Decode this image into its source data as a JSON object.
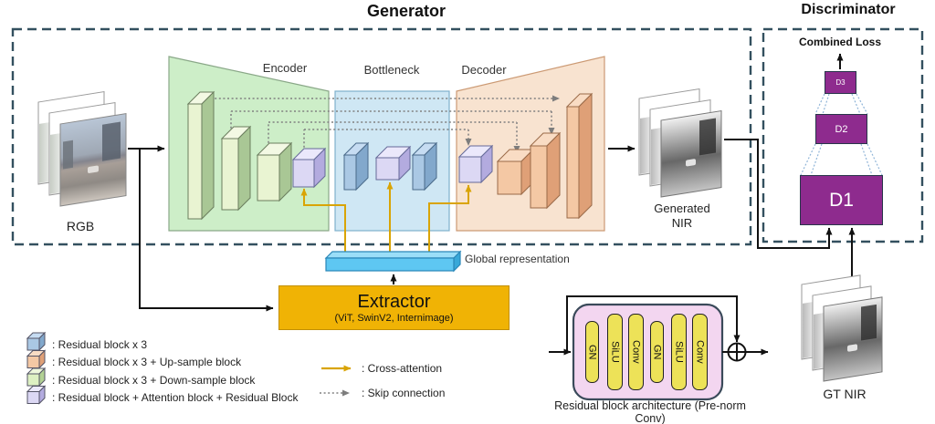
{
  "titles": {
    "generator": "Generator",
    "discriminator": "Discriminator"
  },
  "generator": {
    "encoder_label": "Encoder",
    "bottleneck_label": "Bottleneck",
    "decoder_label": "Decoder",
    "input_label": "RGB",
    "output_label": "Generated NIR"
  },
  "discriminator": {
    "loss_label": "Combined Loss",
    "blocks": [
      {
        "label": "D3"
      },
      {
        "label": "D2"
      },
      {
        "label": "D1"
      }
    ],
    "gt_label": "GT NIR"
  },
  "extractor": {
    "title": "Extractor",
    "subtitle": "(ViT, SwinV2, Internimage)"
  },
  "global_representation_label": "Global representation",
  "residual_detail": {
    "layers": [
      "GN",
      "SiLU",
      "Conv",
      "GN",
      "SiLU",
      "Conv"
    ],
    "caption": "Residual block architecture (Pre-norm Conv)"
  },
  "legend": {
    "blocks": [
      {
        "color": "blue",
        "label": ": Residual block x 3"
      },
      {
        "color": "orange",
        "label": ": Residual block x 3 + Up-sample block"
      },
      {
        "color": "green",
        "label": ": Residual block x 3 + Down-sample block"
      },
      {
        "color": "purple",
        "label": ": Residual block + Attention block + Residual Block"
      }
    ],
    "arrows": [
      {
        "type": "cross-attention",
        "label": ": Cross-attention"
      },
      {
        "type": "skip-connection",
        "label": ": Skip connection"
      }
    ]
  },
  "colors": {
    "dashed_border": "#33505f",
    "cross_attention": "#d9a404",
    "skip_connection": "#808080",
    "discriminator_block": "#8e2b8e",
    "extractor": "#f0b305",
    "global_representation": "#5ec7f2",
    "residual_container": "#f3d6f0",
    "residual_layer": "#ede258",
    "encoder_region": "#cdeec8",
    "bottleneck_region": "#cfe7f4",
    "decoder_region": "#f8e3d0",
    "attention_cube": "#dcd8f4"
  }
}
